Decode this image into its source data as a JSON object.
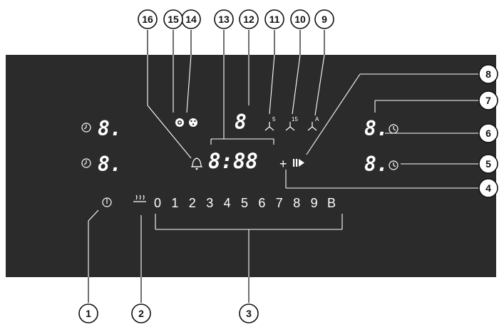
{
  "callouts": [
    "1",
    "2",
    "3",
    "4",
    "5",
    "6",
    "7",
    "8",
    "9",
    "10",
    "11",
    "12",
    "13",
    "14",
    "15",
    "16"
  ],
  "panel": {
    "digit_glyph": "8",
    "digit_glyph_dot": "8.",
    "timer_display": "8:88",
    "levels": [
      "0",
      "1",
      "2",
      "3",
      "4",
      "5",
      "6",
      "7",
      "8",
      "9",
      "B"
    ],
    "fan_labels": [
      "5",
      "15",
      "A"
    ],
    "plus_symbol": "+"
  },
  "icons": {
    "power": "power-icon",
    "keep_warm": "keep-warm-icon",
    "timer_clock": "clock-icon",
    "bell": "bell-icon",
    "pause_play": "pause-play-icon",
    "fan": "fan-icon",
    "hob_zone": "hob-zone-icon"
  },
  "colors": {
    "panel": "#2b2b2b",
    "display": "#ffffff",
    "callout": "#111111"
  }
}
